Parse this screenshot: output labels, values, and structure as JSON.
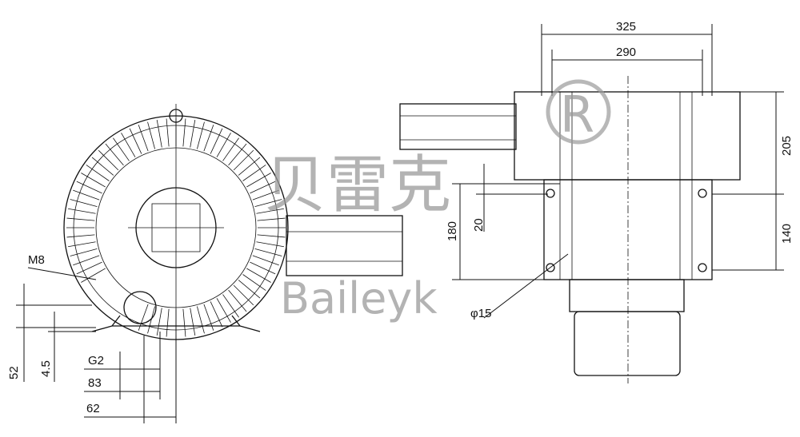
{
  "watermark": {
    "cn": "贝雷克",
    "en": "Baileyk",
    "mark": "®",
    "color": "#9a9a9a"
  },
  "front_view": {
    "labels": {
      "thread": "M8",
      "height_52": "52",
      "height_4_5": "4.5",
      "port": "G2",
      "width_83": "83",
      "width_62": "62"
    }
  },
  "side_view": {
    "labels": {
      "width_325": "325",
      "width_290": "290",
      "height_205": "205",
      "height_140": "140",
      "height_180": "180",
      "offset_20": "20",
      "hole": "φ15"
    }
  }
}
